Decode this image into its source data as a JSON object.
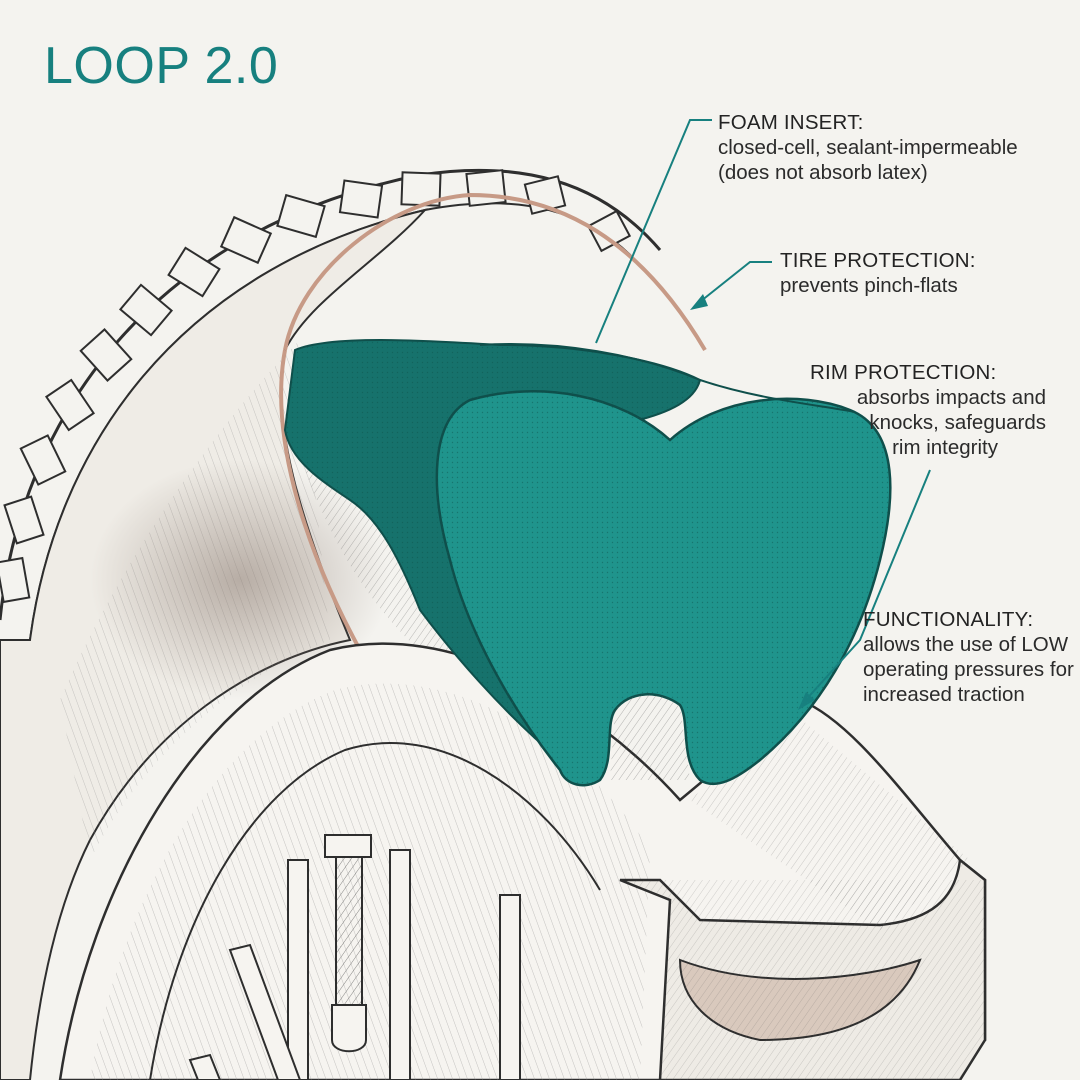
{
  "title": "LOOP 2.0",
  "colors": {
    "foam": "#1f948c",
    "foam_dark": "#16726c",
    "accent_text": "#17807f",
    "ink": "#2e2e2e",
    "paper": "#f4f3ef",
    "tire_edge": "#c79a86"
  },
  "callouts": {
    "foam_insert": {
      "heading": "FOAM INSERT:",
      "lines": [
        "closed-cell, sealant-impermeable",
        "(does not absorb latex)"
      ]
    },
    "tire_protection": {
      "heading": "TIRE PROTECTION:",
      "lines": [
        "prevents pinch-flats"
      ]
    },
    "rim_protection": {
      "heading": "RIM PROTECTION:",
      "lines": [
        "absorbs impacts and",
        "knocks, safeguards",
        "rim integrity"
      ]
    },
    "functionality": {
      "heading": "FUNCTIONALITY:",
      "lines": [
        "allows the use of LOW",
        "operating pressures for",
        "increased traction"
      ]
    }
  }
}
